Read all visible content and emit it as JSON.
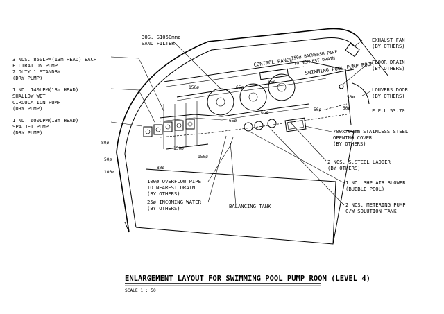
{
  "title": "ENLARGEMENT LAYOUT FOR SWIMMING POOL PUMP ROOM  (LEVEL 4)",
  "scale": "SCALE  1 : 50",
  "room_name": "SWIMMING POOL PUMP ROOM",
  "labels": {
    "filtration_pump": [
      "3 NOS. 850LPM(13m HEAD) EACH",
      "FILTRATION PUMP",
      "2 DUTY 1 STANDBY",
      "(DRY PUMP)"
    ],
    "shallow_pump": [
      "1 NO. 140LPM(13m HEAD)",
      "SHALLOW WET",
      "CIRCULATION PUMP",
      "(DRY PUMP)"
    ],
    "spa_pump": [
      "1 NO. 600LPM(13m HEAD)",
      "SPA JET PUMP",
      "(DRY PUMP)"
    ],
    "sand_filter": [
      "3OS. S1050mmø",
      "SAND FILTER"
    ],
    "exhaust_fan": [
      "EXHAUST FAN",
      "(BY OTHERS)"
    ],
    "floor_drain": [
      "FLOOR DRAIN",
      "(BY OTHERS)"
    ],
    "louvers_door": [
      "LOUVERS DOOR",
      "(BY OTHERS)"
    ],
    "ffl": "F.F.L 53.70",
    "opening_cover": [
      "700x700mm STAINLESS STEEL",
      "OPENING COVER",
      "(BY OTHERS)"
    ],
    "ladder": [
      "2 NOS. S.STEEL LADDER",
      "(BY OTHERS)"
    ],
    "air_blower": [
      "1 NO. 3HP AIR BLOWER",
      "(BUBBLE POOL)"
    ],
    "metering_pump": [
      "2 NOS. METERING PUMP",
      "C/W SOLUTION TANK"
    ],
    "overflow_pipe": [
      "100ø OVERFLOW PIPE",
      "TO NEAREST DRAIN",
      "(BY OTHERS)"
    ],
    "incoming_water": [
      "25ø INCOMING WATER",
      "(BY OTHERS)"
    ],
    "balancing_tank": "BALANCING TANK",
    "control_panel": "CONTROL PANEL",
    "backwash_pipe": [
      "150ø BACKWASH PIPE",
      "TO NEAREST DRAIN"
    ]
  },
  "pipe_sizes": {
    "p150": "150ø",
    "p65": "65ø",
    "p80": "80ø",
    "p50": "50ø",
    "p100": "100ø"
  }
}
